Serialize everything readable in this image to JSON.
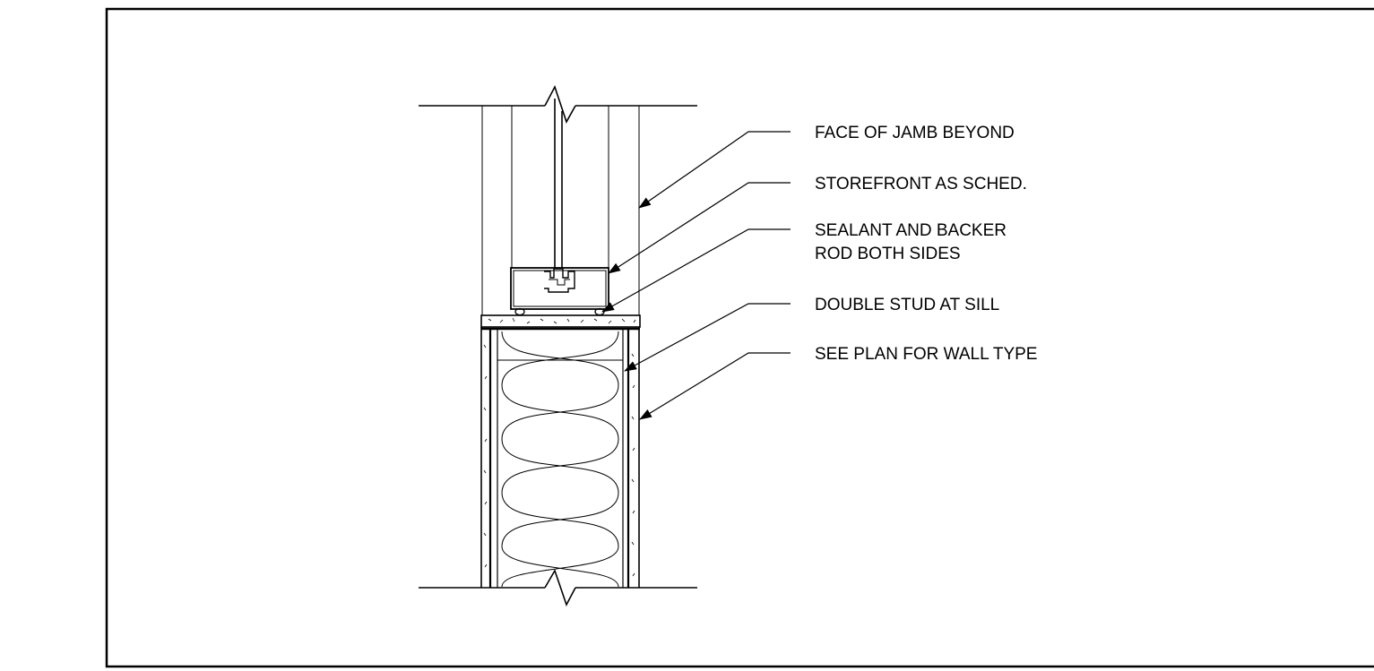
{
  "callouts": [
    {
      "id": "face-of-jamb",
      "lines": [
        "FACE OF JAMB BEYOND"
      ]
    },
    {
      "id": "storefront",
      "lines": [
        "STOREFRONT AS SCHED."
      ]
    },
    {
      "id": "sealant-backer-rod",
      "lines": [
        "SEALANT AND BACKER",
        "ROD BOTH SIDES"
      ]
    },
    {
      "id": "double-stud",
      "lines": [
        "DOUBLE STUD AT SILL"
      ]
    },
    {
      "id": "wall-type",
      "lines": [
        "SEE PLAN FOR WALL TYPE"
      ]
    }
  ],
  "colors": {
    "line": "#000000",
    "background": "#ffffff"
  }
}
